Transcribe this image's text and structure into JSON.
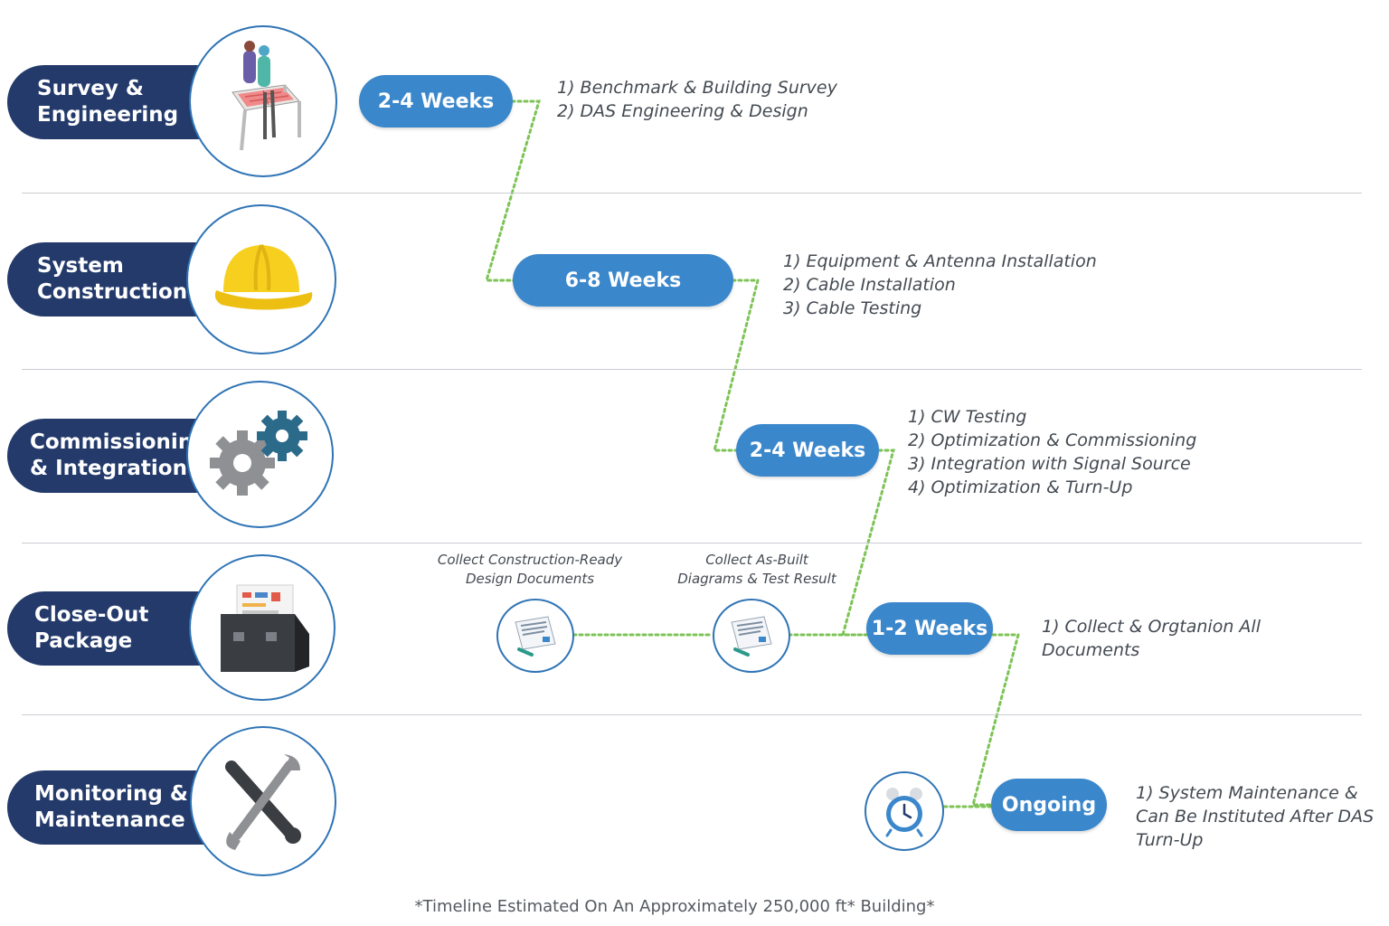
{
  "phases": [
    {
      "label": "Survey &\nEngineering",
      "icon": "engineers-blueprint-icon"
    },
    {
      "label": "System\nConstruction",
      "icon": "hard-hat-icon"
    },
    {
      "label": "Commissioning\n& Integration",
      "icon": "gears-icon"
    },
    {
      "label": "Close-Out\nPackage",
      "icon": "document-folder-icon"
    },
    {
      "label": "Monitoring &\nMaintenance",
      "icon": "wrench-screwdriver-icon"
    }
  ],
  "durations": [
    {
      "label": "2-4 Weeks",
      "tasks": [
        "1) Benchmark & Building Survey",
        "2) DAS Engineering & Design"
      ]
    },
    {
      "label": "6-8 Weeks",
      "tasks": [
        "1) Equipment & Antenna Installation",
        "2) Cable Installation",
        "3) Cable Testing"
      ]
    },
    {
      "label": "2-4 Weeks",
      "tasks": [
        "1) CW Testing",
        "2) Optimization & Commissioning",
        "3) Integration with Signal Source",
        "4) Optimization & Turn-Up"
      ]
    },
    {
      "label": "1-2 Weeks",
      "tasks": [
        "1) Collect & Orgtanion All\n    Documents"
      ]
    },
    {
      "label": "Ongoing",
      "tasks": [
        "1) System Maintenance &\n    Can Be Instituted After DAS\n    Turn-Up"
      ]
    }
  ],
  "closeout_docs": [
    {
      "caption": "Collect Construction-Ready\nDesign Documents",
      "icon": "document-icon"
    },
    {
      "caption": "Collect As-Built\nDiagrams & Test Result",
      "icon": "document-icon"
    }
  ],
  "ongoing_icon": "alarm-clock-icon",
  "footnote": "*Timeline Estimated On An Approximately 250,000 ft* Building*",
  "colors": {
    "label_bg": "#233a6b",
    "pill_bg": "#3b87cb",
    "circle_border": "#2f74b5",
    "connector": "#7dc356"
  }
}
